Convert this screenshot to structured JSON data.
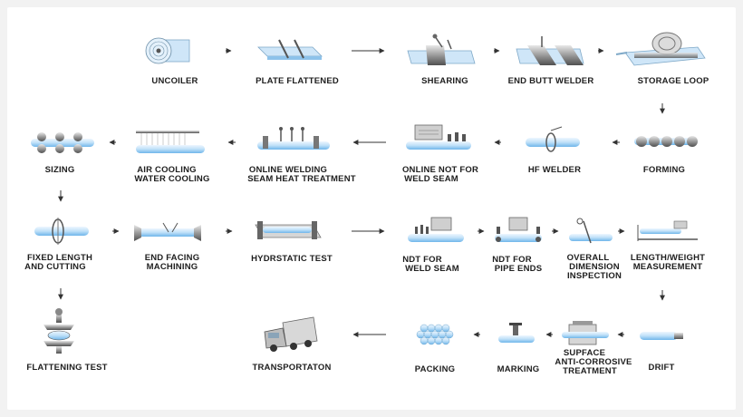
{
  "steps": [
    {
      "id": "uncoiler",
      "lines": [
        "UNCOILER"
      ]
    },
    {
      "id": "plate-flattened",
      "lines": [
        "PLATE FLATTENED"
      ]
    },
    {
      "id": "shearing",
      "lines": [
        "SHEARING"
      ]
    },
    {
      "id": "end-butt-welder",
      "lines": [
        "END BUTT WELDER"
      ]
    },
    {
      "id": "storage-loop",
      "lines": [
        "STORAGE LOOP"
      ]
    },
    {
      "id": "forming",
      "lines": [
        "FORMING"
      ]
    },
    {
      "id": "hf-welder",
      "lines": [
        "HF WELDER"
      ]
    },
    {
      "id": "online-not",
      "lines": [
        "ONLINE NOT FOR",
        "WELD SEAM"
      ]
    },
    {
      "id": "online-welding",
      "lines": [
        "ONLINE WELDING",
        "SEAM HEAT TREATMENT"
      ]
    },
    {
      "id": "air-cooling",
      "lines": [
        "AIR COOLING",
        "WATER COOLING"
      ]
    },
    {
      "id": "sizing",
      "lines": [
        "SIZING"
      ]
    },
    {
      "id": "fixed-length",
      "lines": [
        "FIXED LENGTH",
        "AND CUTTING"
      ]
    },
    {
      "id": "end-facing",
      "lines": [
        "END FACING",
        "MACHINING"
      ]
    },
    {
      "id": "hydrostatic",
      "lines": [
        "HYDRSTATIC TEST"
      ]
    },
    {
      "id": "ndt-weld",
      "lines": [
        "NDT FOR",
        "WELD SEAM"
      ]
    },
    {
      "id": "ndt-ends",
      "lines": [
        "NDT FOR",
        "PIPE ENDS"
      ]
    },
    {
      "id": "overall-inspection",
      "lines": [
        "OVERALL",
        "DIMENSION",
        "INSPECTION"
      ]
    },
    {
      "id": "length-weight",
      "lines": [
        "LENGTH/WEIGHT",
        "MEASUREMENT"
      ]
    },
    {
      "id": "drift",
      "lines": [
        "DRIFT"
      ]
    },
    {
      "id": "surface",
      "lines": [
        "SUPFACE",
        "ANTI-CORROSIVE",
        "TREATMENT"
      ]
    },
    {
      "id": "marking",
      "lines": [
        "MARKING"
      ]
    },
    {
      "id": "packing",
      "lines": [
        "PACKING"
      ]
    },
    {
      "id": "transportation",
      "lines": [
        "TRANSPORTATON"
      ]
    },
    {
      "id": "flattening",
      "lines": [
        "FLATTENING  TEST"
      ]
    }
  ],
  "colors": {
    "pipe_light": "#dcefff",
    "pipe_mid": "#a8d4f5",
    "pipe_dark": "#6fb6ea",
    "metal": "#8c8c8c",
    "metal_dark": "#4a4a4a",
    "arrow": "#333333",
    "text": "#1e1e1e"
  }
}
